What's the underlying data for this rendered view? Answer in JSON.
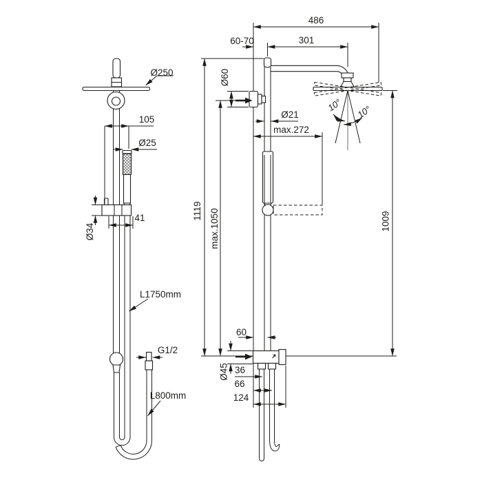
{
  "drawing": {
    "title": "shower-system-technical-drawing",
    "colors": {
      "line": "#1d1d1b",
      "background": "#ffffff"
    },
    "labels": {
      "dia250": "Ø250",
      "dim105": "105",
      "dia25": "Ø25",
      "dia34": "Ø34",
      "dim41": "41",
      "hose_hand": "L1750mm",
      "thread": "G1/2",
      "hose_outlet": "L800mm",
      "dim486": "486",
      "dim60_70": "60-70",
      "dim301": "301",
      "dia60": "Ø60",
      "dia21": "Ø21",
      "max272": "max.272",
      "angle_left": "10°",
      "angle_right": "10°",
      "dim1119": "1119",
      "max1050": "max.1050",
      "dim1009": "1009",
      "dim60": "60",
      "dia45": "Ø45",
      "dim36": "36",
      "dim66": "66",
      "dim124": "124"
    }
  }
}
